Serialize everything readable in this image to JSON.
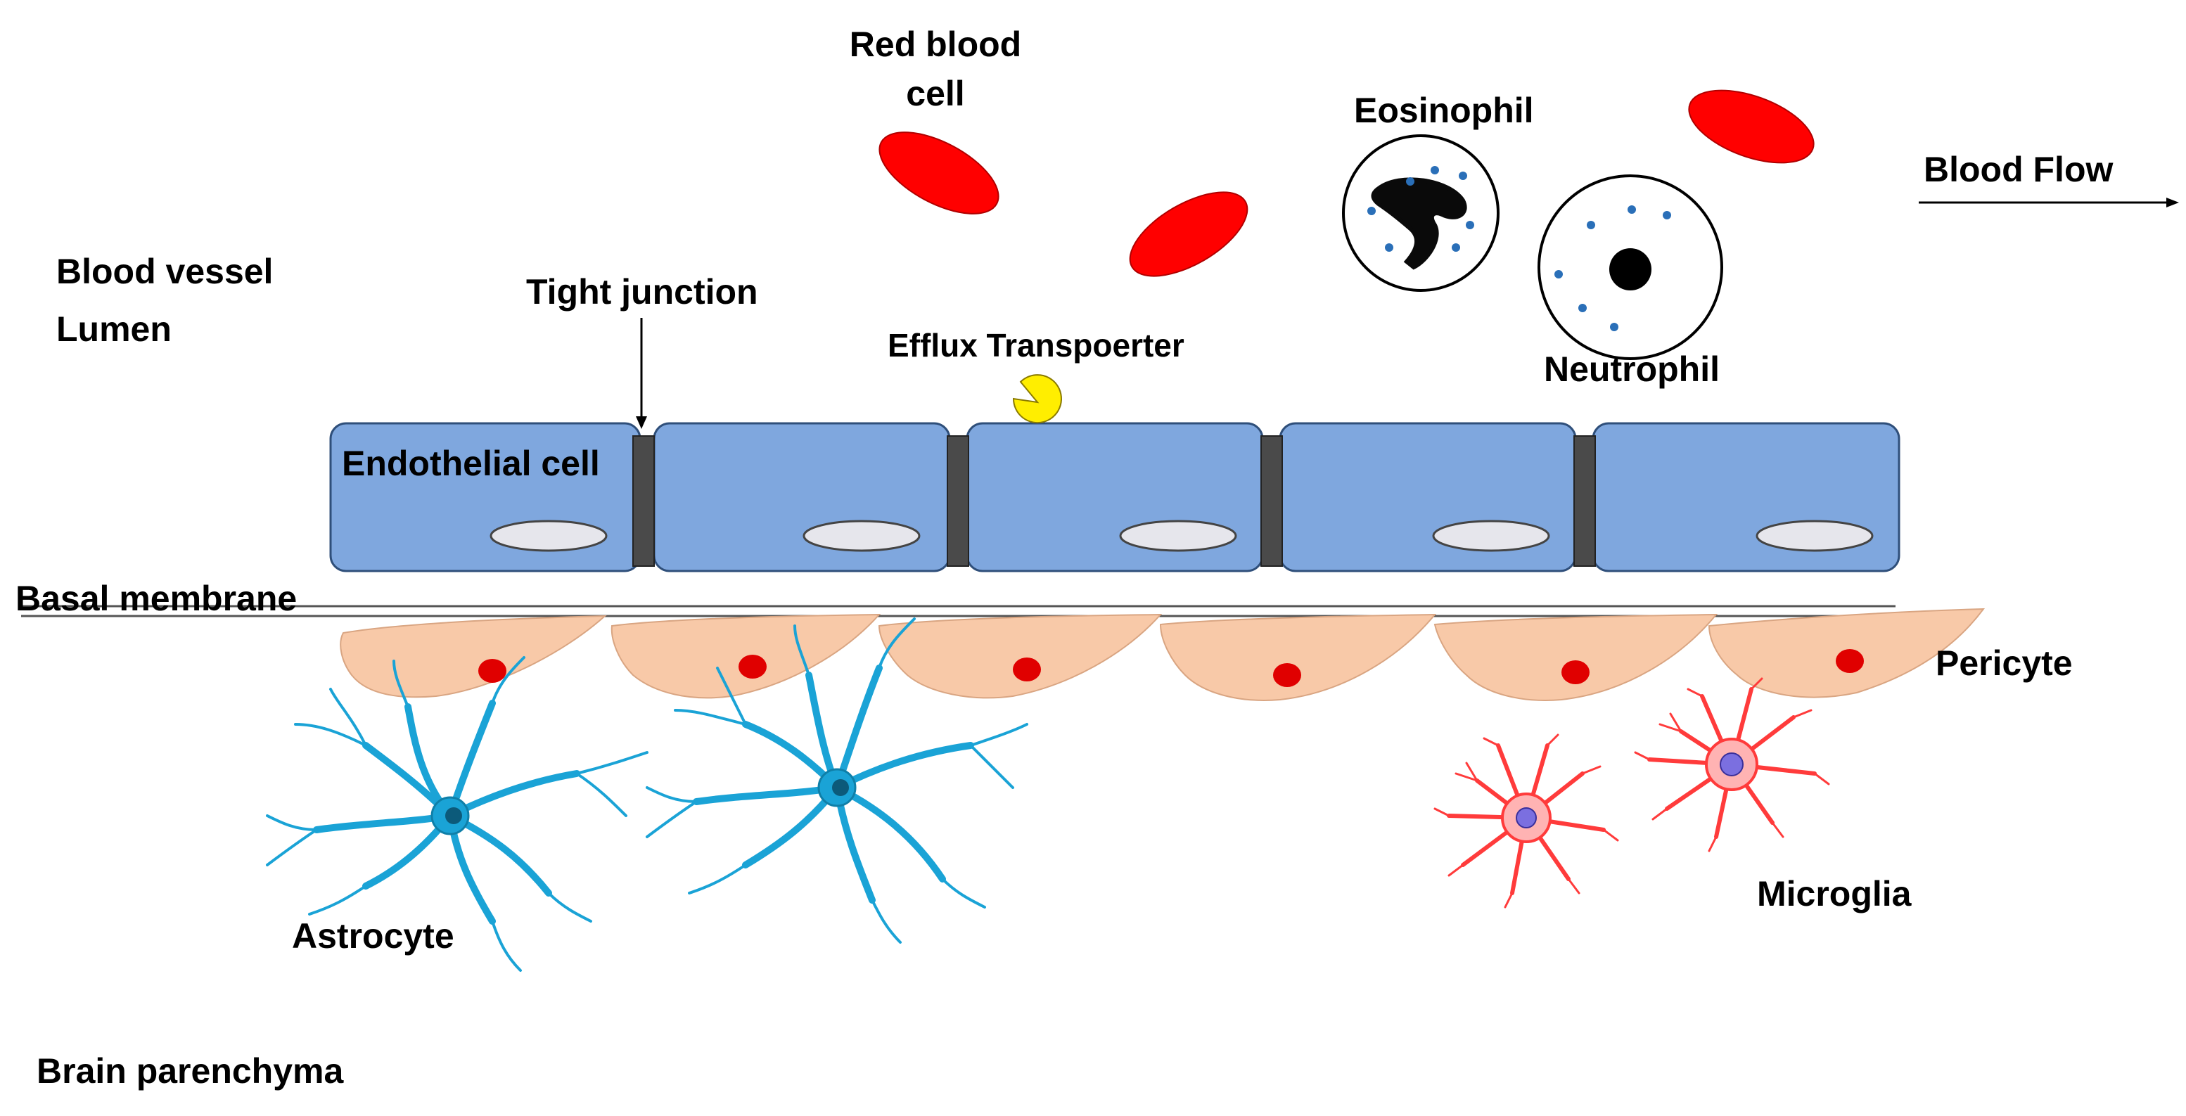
{
  "labels": {
    "red_blood_cell": "Red blood cell",
    "eosinophil": "Eosinophil",
    "blood_flow": "Blood Flow",
    "blood_vessel": "Blood vessel",
    "lumen": "Lumen",
    "tight_junction": "Tight junction",
    "efflux_transporter": "Efflux Transpoerter",
    "neutrophil": "Neutrophil",
    "endothelial_cell": "Endothelial cell",
    "basal_membrane": "Basal membrane",
    "pericyte": "Pericyte",
    "astrocyte": "Astrocyte",
    "microglia": "Microglia",
    "brain_parenchyma": "Brain parenchyma"
  },
  "colors": {
    "endothelial": "#7fa7de",
    "endothelial_stroke": "#2f4f7a",
    "junction": "#4a4a4a",
    "red_blood_cell": "#ff0000",
    "pericyte": "#f8c9a8",
    "pericyte_nucleus": "#e00000",
    "transporter": "#ffee00",
    "astrocyte": "#1aa3d6",
    "microglia": "#ff3b3b",
    "microglia_nucleus": "#7b6fe0",
    "granule": "#2a6fb8"
  },
  "icons": {
    "arrow": "arrow-right-icon",
    "tight_junction_pointer": "arrow-down-icon"
  }
}
